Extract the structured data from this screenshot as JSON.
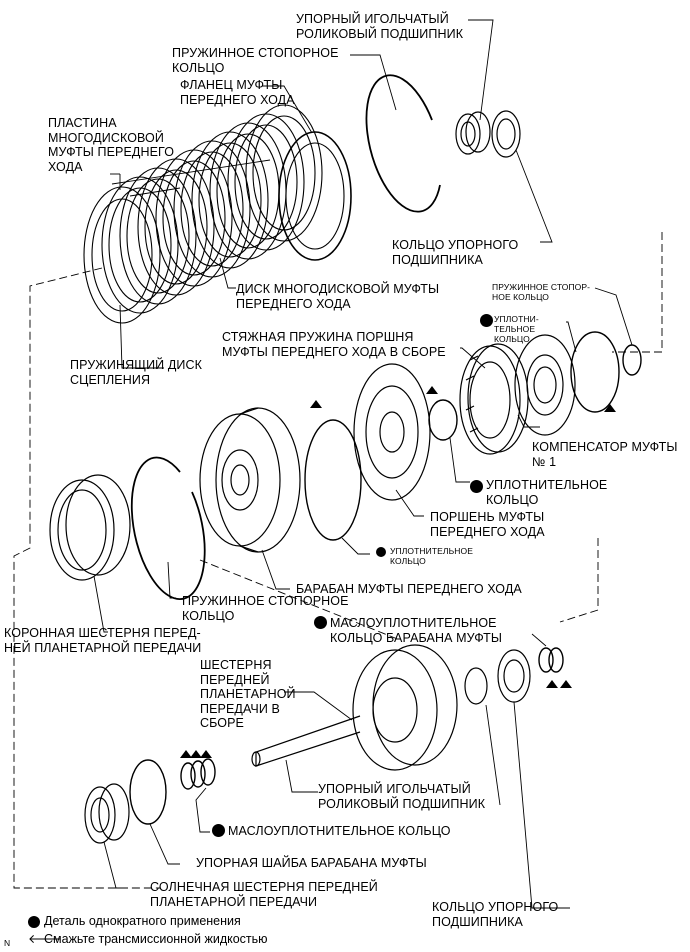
{
  "labels": {
    "needle_bearing_top": "УПОРНЫЙ ИГОЛЬЧАТЫЙ\nРОЛИКОВЫЙ ПОДШИПНИК",
    "snap_ring_top": "ПРУЖИННОЕ СТОПОРНОЕ\nКОЛЬЦО",
    "flange": "ФЛАНЕЦ МУФТЫ\nПЕРЕДНЕГО ХОДА",
    "plate": "ПЛАСТИНА\nМНОГОДИСКОВОЙ\nМУФТЫ ПЕРЕДНЕГО\nХОДА",
    "bearing_race_top": "КОЛЬЦО УПОРНОГО\nПОДШИПНИКА",
    "disc": "ДИСК МНОГОДИСКОВОЙ МУФТЫ\nПЕРЕДНЕГО ХОДА",
    "snap_ring_small": "ПРУЖИННОЕ СТОПОР-\nНОЕ КОЛЬЦО",
    "cushion_plate": "ПРУЖИНЯЩИЙ ДИСК\nСЦЕПЛЕНИЯ",
    "seal_ring_small": "УПЛОТНИ-\nТЕЛЬНОЕ\nКОЛЬЦО",
    "return_spring": "СТЯЖНАЯ ПРУЖИНА ПОРШНЯ\nМУФТЫ ПЕРЕДНЕГО ХОДА В СБОРЕ",
    "compensator": "КОМПЕНСАТОР МУФТЫ\n№ 1",
    "seal_ring_mid": "УПЛОТНИТЕЛЬНОЕ\nКОЛЬЦО",
    "piston": "ПОРШЕНЬ МУФТЫ\nПЕРЕДНЕГО ХОДА",
    "seal_ring_lower": "УПЛОТНИТЕЛЬНОЕ\nКОЛЬЦО",
    "snap_ring_mid": "ПРУЖИННОЕ СТОПОРНОЕ\nКОЛЬЦО",
    "drum": "БАРАБАН МУФТЫ ПЕРЕДНЕГО ХОДА",
    "ring_gear": "КОРОННАЯ ШЕСТЕРНЯ ПЕРЕД-\nНЕЙ ПЛАНЕТАРНОЙ ПЕРЕДАЧИ",
    "drum_oil_seal": "МАСЛОУПЛОТНИТЕЛЬНОЕ\nКОЛЬЦО БАРАБАНА МУФТЫ",
    "planetary_gear": "ШЕСТЕРНЯ\nПЕРЕДНЕЙ\nПЛАНЕТАРНОЙ\nПЕРЕДАЧИ В\nСБОРЕ",
    "needle_bearing_bottom": "УПОРНЫЙ ИГОЛЬЧАТЫЙ\nРОЛИКОВЫЙ ПОДШИПНИК",
    "oil_seal_ring": "МАСЛОУПЛОТНИТЕЛЬНОЕ КОЛЬЦО",
    "thrust_washer": "УПОРНАЯ ШАЙБА БАРАБАНА МУФТЫ",
    "sun_gear": "СОЛНЕЧНАЯ ШЕСТЕРНЯ ПЕРЕДНЕЙ\nПЛАНЕТАРНОЙ ПЕРЕДАЧИ",
    "bearing_race_bottom": "КОЛЬЦО УПОРНОГО\nПОДШИПНИКА"
  },
  "legend": {
    "non_reusable": "Деталь однократного применения",
    "coat_fluid": "Смажьте трансмиссионной жидкостью"
  },
  "corner_mark": "N"
}
